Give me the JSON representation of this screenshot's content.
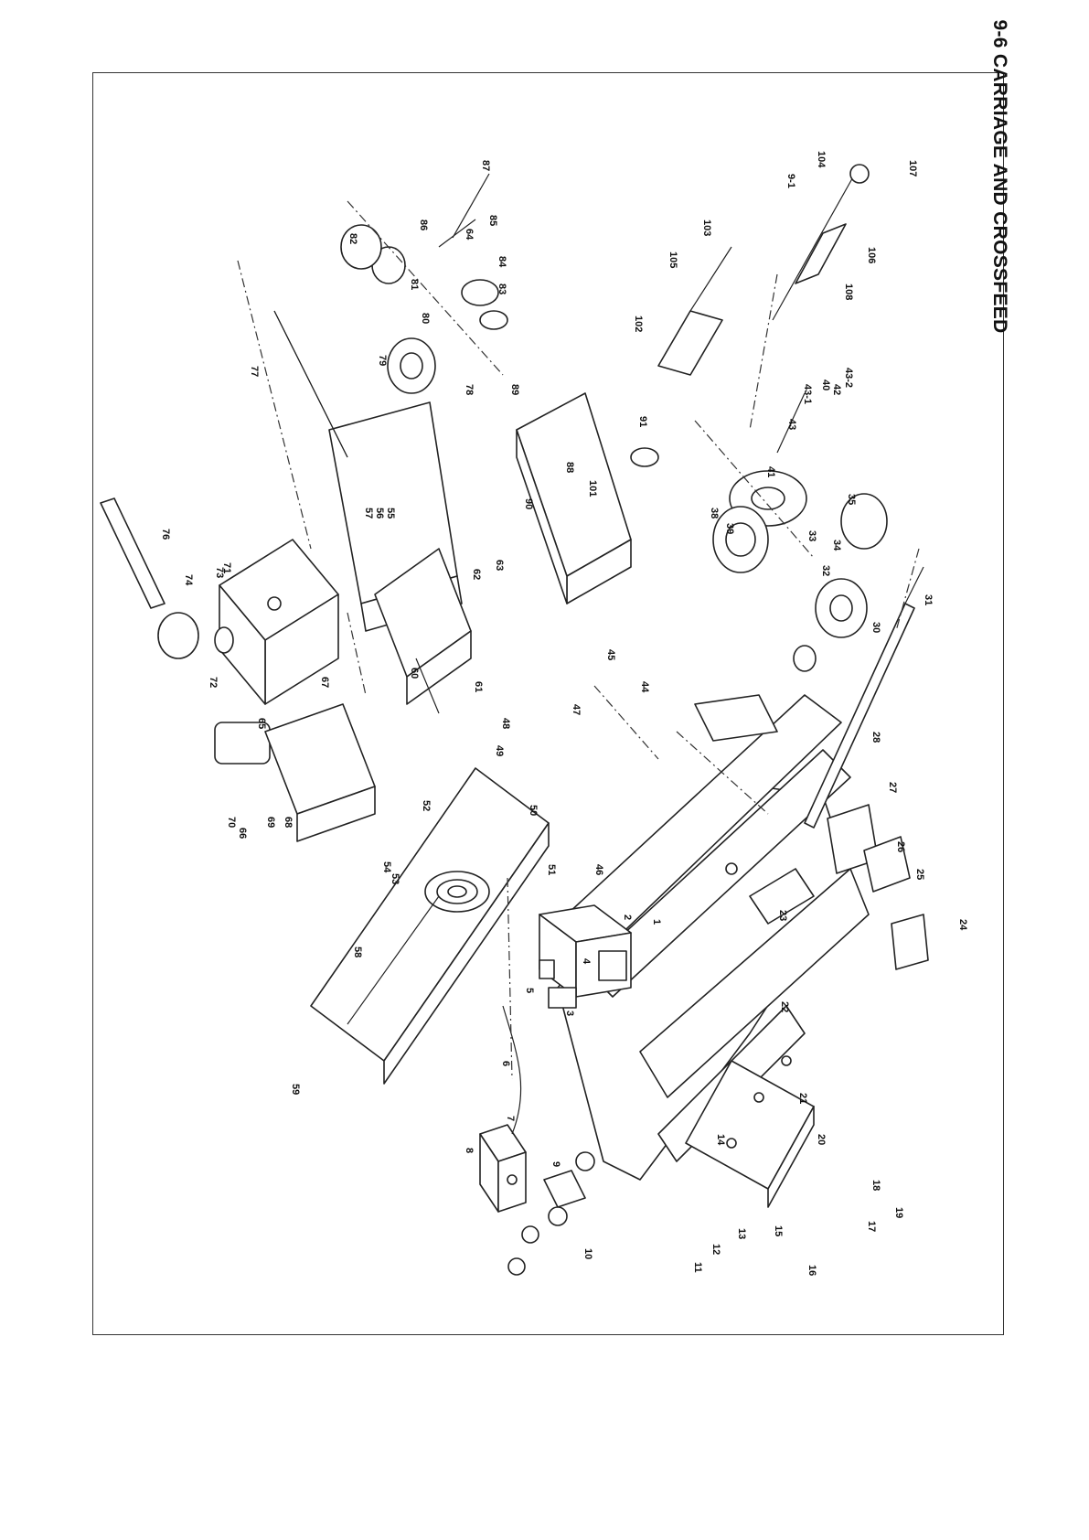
{
  "title": "9-6 CARRIAGE AND CROSSFEED",
  "callouts": [
    "1",
    "2",
    "3",
    "4",
    "5",
    "6",
    "7",
    "8",
    "9",
    "10",
    "11",
    "12",
    "13",
    "14",
    "15",
    "16",
    "17",
    "18",
    "19",
    "20",
    "21",
    "22",
    "23",
    "24",
    "25",
    "26",
    "27",
    "28",
    "30",
    "31",
    "32",
    "33",
    "34",
    "35",
    "38",
    "39",
    "40",
    "41",
    "42",
    "43",
    "43-1",
    "43-2",
    "44",
    "45",
    "46",
    "47",
    "48",
    "49",
    "50",
    "51",
    "52",
    "53",
    "54",
    "55",
    "56",
    "57",
    "58",
    "59",
    "60",
    "61",
    "62",
    "63",
    "64",
    "65",
    "66",
    "67",
    "68",
    "69",
    "70",
    "71",
    "72",
    "73",
    "74",
    "76",
    "77",
    "78",
    "79",
    "80",
    "81",
    "82",
    "83",
    "84",
    "85",
    "86",
    "87",
    "88",
    "89",
    "90",
    "91",
    "101",
    "102",
    "103",
    "104",
    "105",
    "106",
    "107",
    "108",
    "9-1"
  ]
}
